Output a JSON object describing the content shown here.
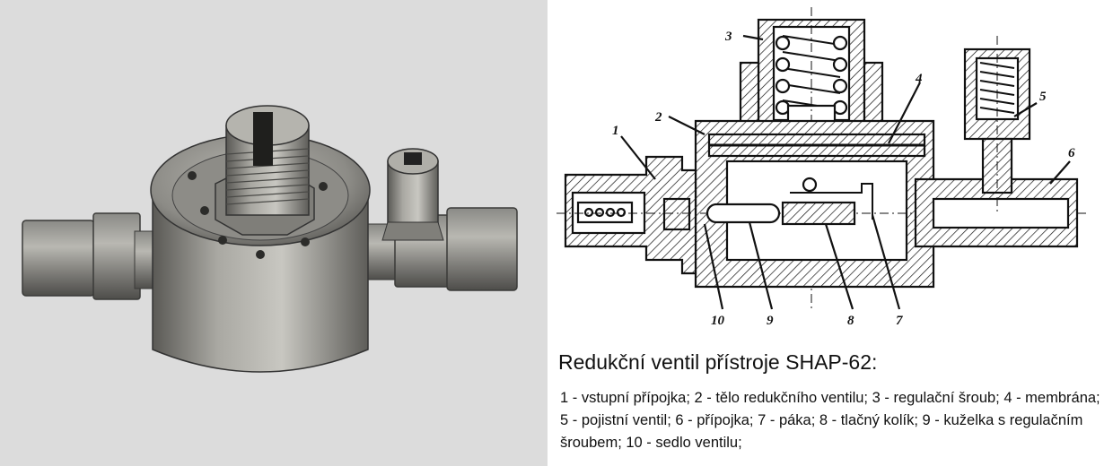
{
  "caption": {
    "title": "Redukční ventil přístroje SHAP-62:",
    "legend": "1 - vstupní přípojka; 2 - tělo redukčního ventilu; 3 - regulační šroub; 4 - membrána; 5 - pojistní ventil; 6 - přípojka; 7 - páka; 8 - tlačný kolík; 9 - kuželka s regulačním šroubem; 10 - sedlo ventilu;"
  },
  "callouts": [
    "1",
    "2",
    "3",
    "4",
    "5",
    "6",
    "7",
    "8",
    "9",
    "10"
  ]
}
